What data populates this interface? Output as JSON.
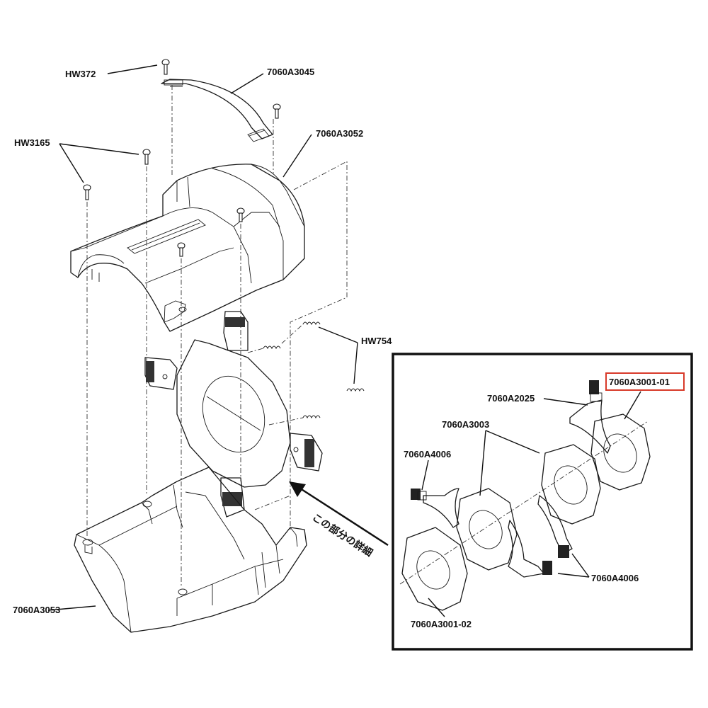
{
  "labels": {
    "hw372": "HW372",
    "a3045": "7060A3045",
    "hw3165": "HW3165",
    "a3052": "7060A3052",
    "hw754": "HW754",
    "a3053": "7060A3053"
  },
  "detail": {
    "callout_text": "この部分の詳細",
    "highlighted_part": "7060A3001-01",
    "a2025": "7060A2025",
    "a3003": "7060A3003",
    "a4006_left": "7060A4006",
    "a4006_right": "7060A4006",
    "a3001_02": "7060A3001-02"
  },
  "colors": {
    "highlight": "#d83a2a",
    "line": "#1a1a1a"
  }
}
